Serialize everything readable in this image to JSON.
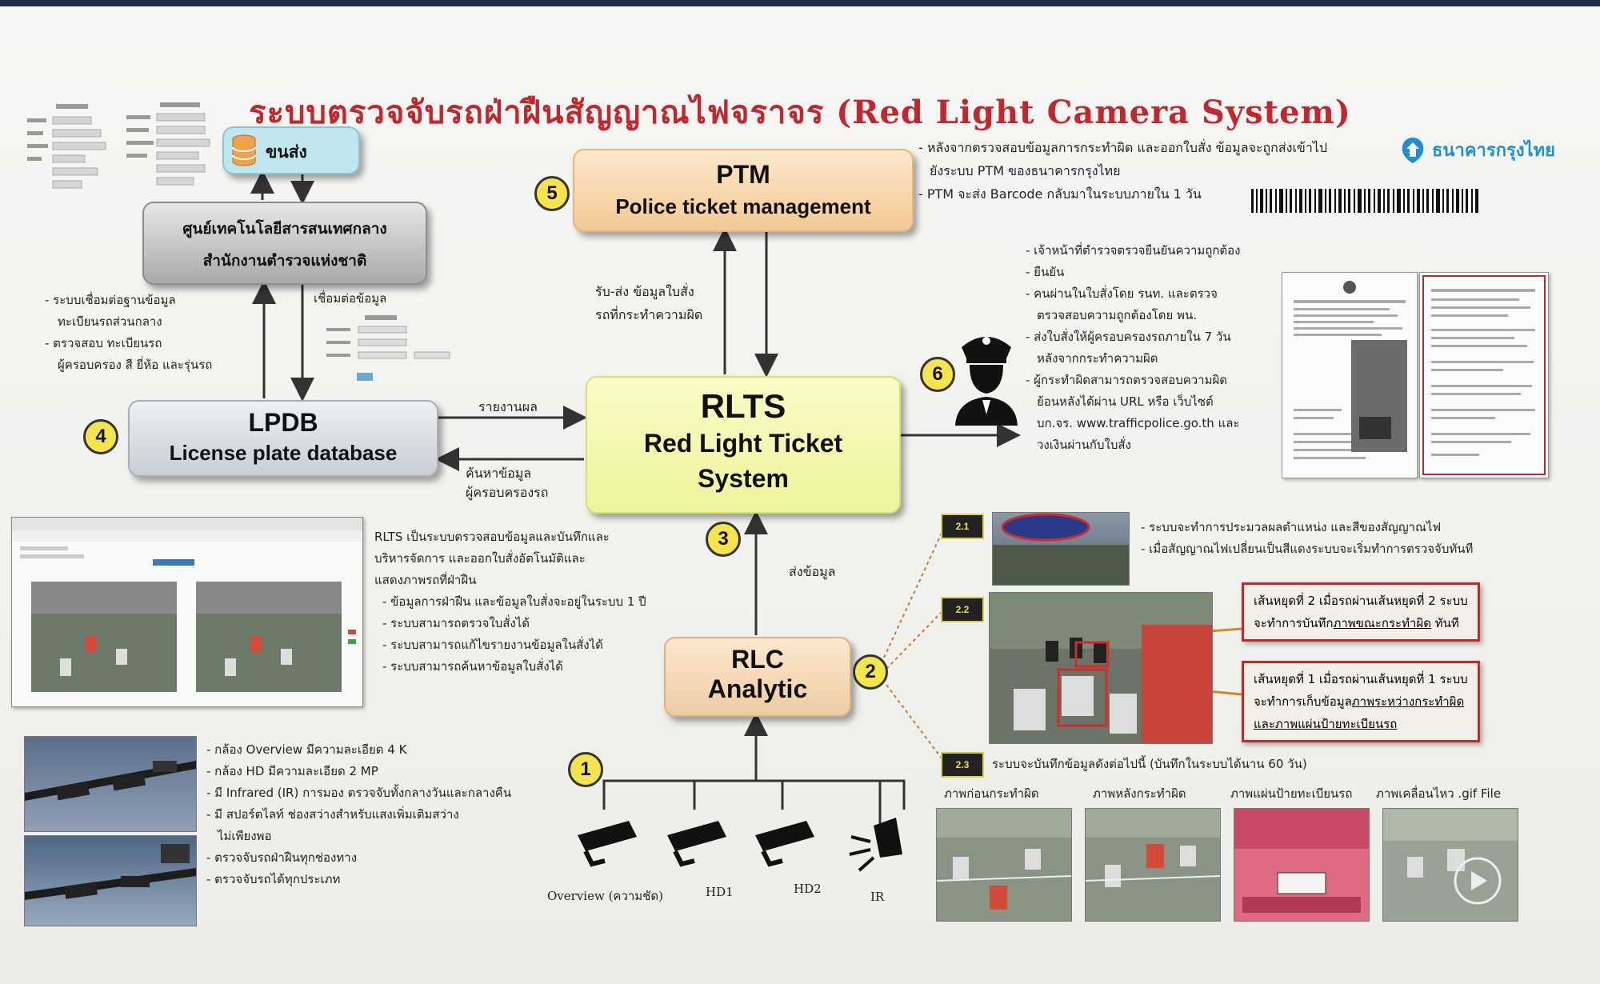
{
  "title": "ระบบตรวจจับรถฝ่าฝืนสัญญาณไฟจราจร (Red Light Camera System)",
  "boxes": {
    "ptm": {
      "line1": "PTM",
      "line2": "Police ticket management"
    },
    "rlts": {
      "line1": "RLTS",
      "line2": "Red Light Ticket",
      "line3": "System"
    },
    "lpdb": {
      "line1": "LPDB",
      "line2": "License plate database"
    },
    "rlc": {
      "line1": "RLC",
      "line2": "Analytic"
    },
    "center": {
      "line1": "ศูนย์เทคโนโลยีสารสนเทศกลาง",
      "line2": "สำนักงานตำรวจแห่งชาติ"
    },
    "transport_db": "ขนส่ง"
  },
  "numbers": [
    "1",
    "2",
    "3",
    "4",
    "5",
    "6"
  ],
  "bank_logo": "ธนาคารกรุงไทย",
  "ptm_notes": [
    "- หลังจากตรวจสอบข้อมูลการกระทำผิด และออกใบสั่ง ข้อมูลจะถูกส่งเข้าไป",
    "ยังระบบ PTM ของธนาคารกรุงไทย",
    "- PTM จะส่ง Barcode กลับมาในระบบภายใน 1 วัน"
  ],
  "ptm_arrow_label": [
    "รับ-ส่ง ข้อมูลใบสั่ง",
    "รถที่กระทำความผิด"
  ],
  "center_notes": [
    "- ระบบเชื่อมต่อฐานข้อมูล",
    "ทะเบียนรถส่วนกลาง",
    "- ตรวจสอบ ทะเบียนรถ",
    "ผู้ครอบครอง สี ยี่ห้อ และรุ่นรถ"
  ],
  "connect_label": "เชื่อมต่อข้อมูล",
  "lpdb_arrow_out": "รายงานผล",
  "lpdb_arrow_in": [
    "ค้นหาข้อมูล",
    "ผู้ครอบครองรถ"
  ],
  "officer_notes": [
    "- เจ้าหน้าที่ตำรวจตรวจยืนยันความถูกต้อง",
    "- ยืนยัน",
    "- คนผ่านในใบสั่งโดย รนท. และตรวจ",
    "ตรวจสอบความถูกต้องโดย พน.",
    "- ส่งใบสั่งให้ผู้ครอบครองรถภายใน 7 วัน",
    "หลังจากกระทำความผิด",
    "- ผู้กระทำผิดสามารถตรวจสอบความผิด",
    "ย้อนหลังได้ผ่าน URL หรือ เว็บไซต์",
    "บก.จร. www.trafficpolice.go.th และ",
    "วงเงินผ่านกับใบสั่ง"
  ],
  "rlts_notes": [
    "RLTS เป็นระบบตรวจสอบข้อมูลและบันทึกและ",
    "บริหารจัดการ และออกใบสั่งอัตโนมัติและ",
    "แสดงภาพรถที่ฝ่าฝืน",
    "- ข้อมูลการฝ่าฝืน และข้อมูลใบสั่งจะอยู่ในระบบ 1 ปี",
    "- ระบบสามารถตรวจใบสั่งได้",
    "- ระบบสามารถแก้ไขรายงานข้อมูลในสั่งได้",
    "- ระบบสามารถค้นหาข้อมูลใบสั่งได้"
  ],
  "send_data": "ส่งข้อมูล",
  "camera_notes": [
    "- กล้อง Overview มีความละเอียด 4 K",
    "- กล้อง HD มีความละเอียด 2 MP",
    "- มี Infrared (IR) การมอง ตรวจจับทั้งกลางวันและกลางคืน",
    "- มี สปอร์ตไลท์ ช่องสว่างสำหรับแสงเพิ่มเติมสว่าง",
    "ไม่เพียงพอ",
    "- ตรวจจับรถฝ่าฝืนทุกช่องทาง",
    "- ตรวจจับรถได้ทุกประเภท"
  ],
  "cameras": [
    "Overview (ความชัด)",
    "HD1",
    "HD2",
    "IR"
  ],
  "tags": [
    "2.1",
    "2.2",
    "2.3"
  ],
  "notes_21": [
    "- ระบบจะทำการประมวลผลตำแหน่ง และสีของสัญญาณไฟ",
    "- เมื่อสัญญาณไฟเปลี่ยนเป็นสีแดงระบบจะเริ่มทำการตรวจจับทันที"
  ],
  "callout_1": {
    "line1": "เส้นหยุดที่ 2 เมื่อรถผ่านเส้นหยุดที่ 2 ระบบ",
    "line2_pre": "จะทำการบันทึก",
    "line2_u": "ภาพขณะกระทำผิด",
    "line2_post": " ทันที"
  },
  "callout_2": {
    "line1": "เส้นหยุดที่ 1 เมื่อรถผ่านเส้นหยุดที่ 1 ระบบ",
    "line2_pre": "จะทำการเก็บข้อมูล",
    "line2_u": "ภาพระหว่างกระทำผิด",
    "line3": "และภาพแผ่นป้ายทะเบียนรถ"
  },
  "notes_23": "ระบบจะบันทึกข้อมูลดังต่อไปนี้ (บันทึกในระบบได้นาน 60 วัน)",
  "evidence_captions": [
    "ภาพก่อนกระทำผิด",
    "ภาพหลังกระทำผิด",
    "ภาพแผ่นป้ายทะเบียนรถ",
    "ภาพเคลื่อนไหว .gif File"
  ],
  "colors": {
    "title": "#c0282d",
    "ptm": "#f3c993",
    "rlts": "#eff39a",
    "lpdb": "#c9ced6",
    "rlc": "#eecda3",
    "callout_border": "#c0282d"
  }
}
